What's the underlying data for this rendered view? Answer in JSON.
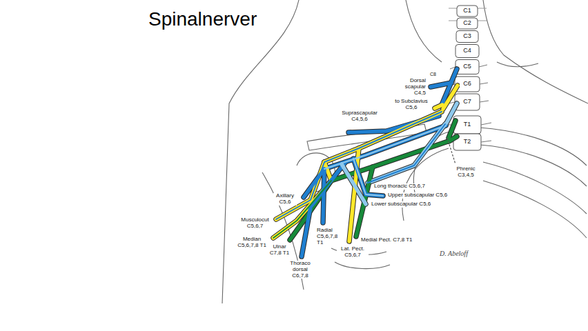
{
  "diagram": {
    "title": "Spinalnerver",
    "labels": [
      "C1",
      "C2",
      "C3",
      "C4",
      "C5",
      "C6",
      "C7",
      "T1",
      "T2",
      "C8",
      "Dorsal scapular C4,5",
      "to Subclavius C5,6",
      "Suprascapular C4,5,6",
      "Phrenic C3,4,5",
      "Long thoracic C5,6,7",
      "Upper subscapular C5,6",
      "Lower subscapular C5,6",
      "Axillary C5,6",
      "Musculocut C5,6,7",
      "Median C5,6,7,8 T1",
      "Radial C5,6,7,8 T1",
      "Ulnar C7,8 T1",
      "Medial Pect. C7,8 T1",
      "Lat. Pect. C5,6,7",
      "Thoraco dorsal C6,7,8",
      "D. Abeloff"
    ]
  }
}
